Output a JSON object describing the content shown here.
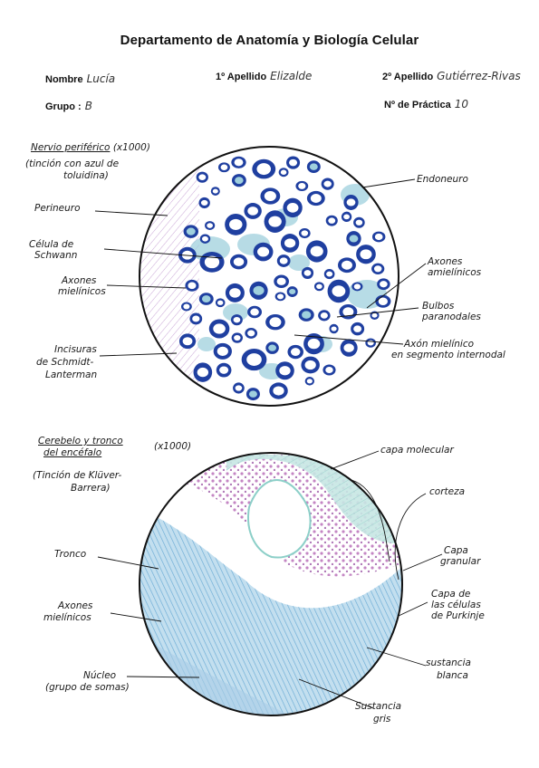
{
  "header": {
    "title": "Departamento de Anatomía y Biología Celular",
    "nombre_label": "Nombre",
    "nombre_value": "Lucía",
    "apellido1_label": "1º Apellido",
    "apellido1_value": "Elizalde",
    "apellido2_label": "2º Apellido",
    "apellido2_value": "Gutiérrez-Rivas",
    "grupo_label": "Grupo :",
    "grupo_value": "B",
    "practica_label": "Nº de Práctica",
    "practica_value": "10"
  },
  "figure1": {
    "title": "Nervio periférico",
    "magnification": "(x1000)",
    "stain_line1": "(tinción con azul de",
    "stain_line2": "toluidina)",
    "labels": {
      "perineuro": "Perineuro",
      "schwann_1": "Célula de",
      "schwann_2": "Schwann",
      "axones_mielinicos_1": "Axones",
      "axones_mielinicos_2": "mielínicos",
      "incisuras_1": "Incisuras",
      "incisuras_2": "de Schmidt-",
      "incisuras_3": "Lanterman",
      "endoneuro": "Endoneuro",
      "amielinicos_1": "Axones",
      "amielinicos_2": "amielínicos",
      "bulbos_1": "Bulbos",
      "bulbos_2": "paranodales",
      "internodal_1": "Axón mielínico",
      "internodal_2": "en segmento internodal"
    },
    "colors": {
      "myelin": "#1f3fa0",
      "axon": "#ffffff",
      "schwann": "#8fc8d8",
      "perineuro": "#c9a6d6"
    }
  },
  "figure2": {
    "title_1": "Cerebelo y tronco",
    "title_2": "del encéfalo",
    "magnification": "(x1000)",
    "stain_line1": "(Tinción de Klüver-",
    "stain_line2": "Barrera)",
    "labels": {
      "capa_molecular": "capa molecular",
      "corteza": "corteza",
      "capa_granular_1": "Capa",
      "capa_granular_2": "granular",
      "purkinje_1": "Capa de",
      "purkinje_2": "las células",
      "purkinje_3": "de Purkinje",
      "sustancia_blanca_1": "sustancia",
      "sustancia_blanca_2": "blanca",
      "sustancia_gris_1": "Sustancia",
      "sustancia_gris_2": "gris",
      "tronco": "Tronco",
      "axones_1": "Axones",
      "axones_2": "mielínicos",
      "nucleo_1": "Núcleo",
      "nucleo_2": "(grupo de somas)"
    },
    "colors": {
      "white_matter": "#7ab8dc",
      "molecular": "#b8e0dc",
      "granular": "#c486c4"
    }
  }
}
